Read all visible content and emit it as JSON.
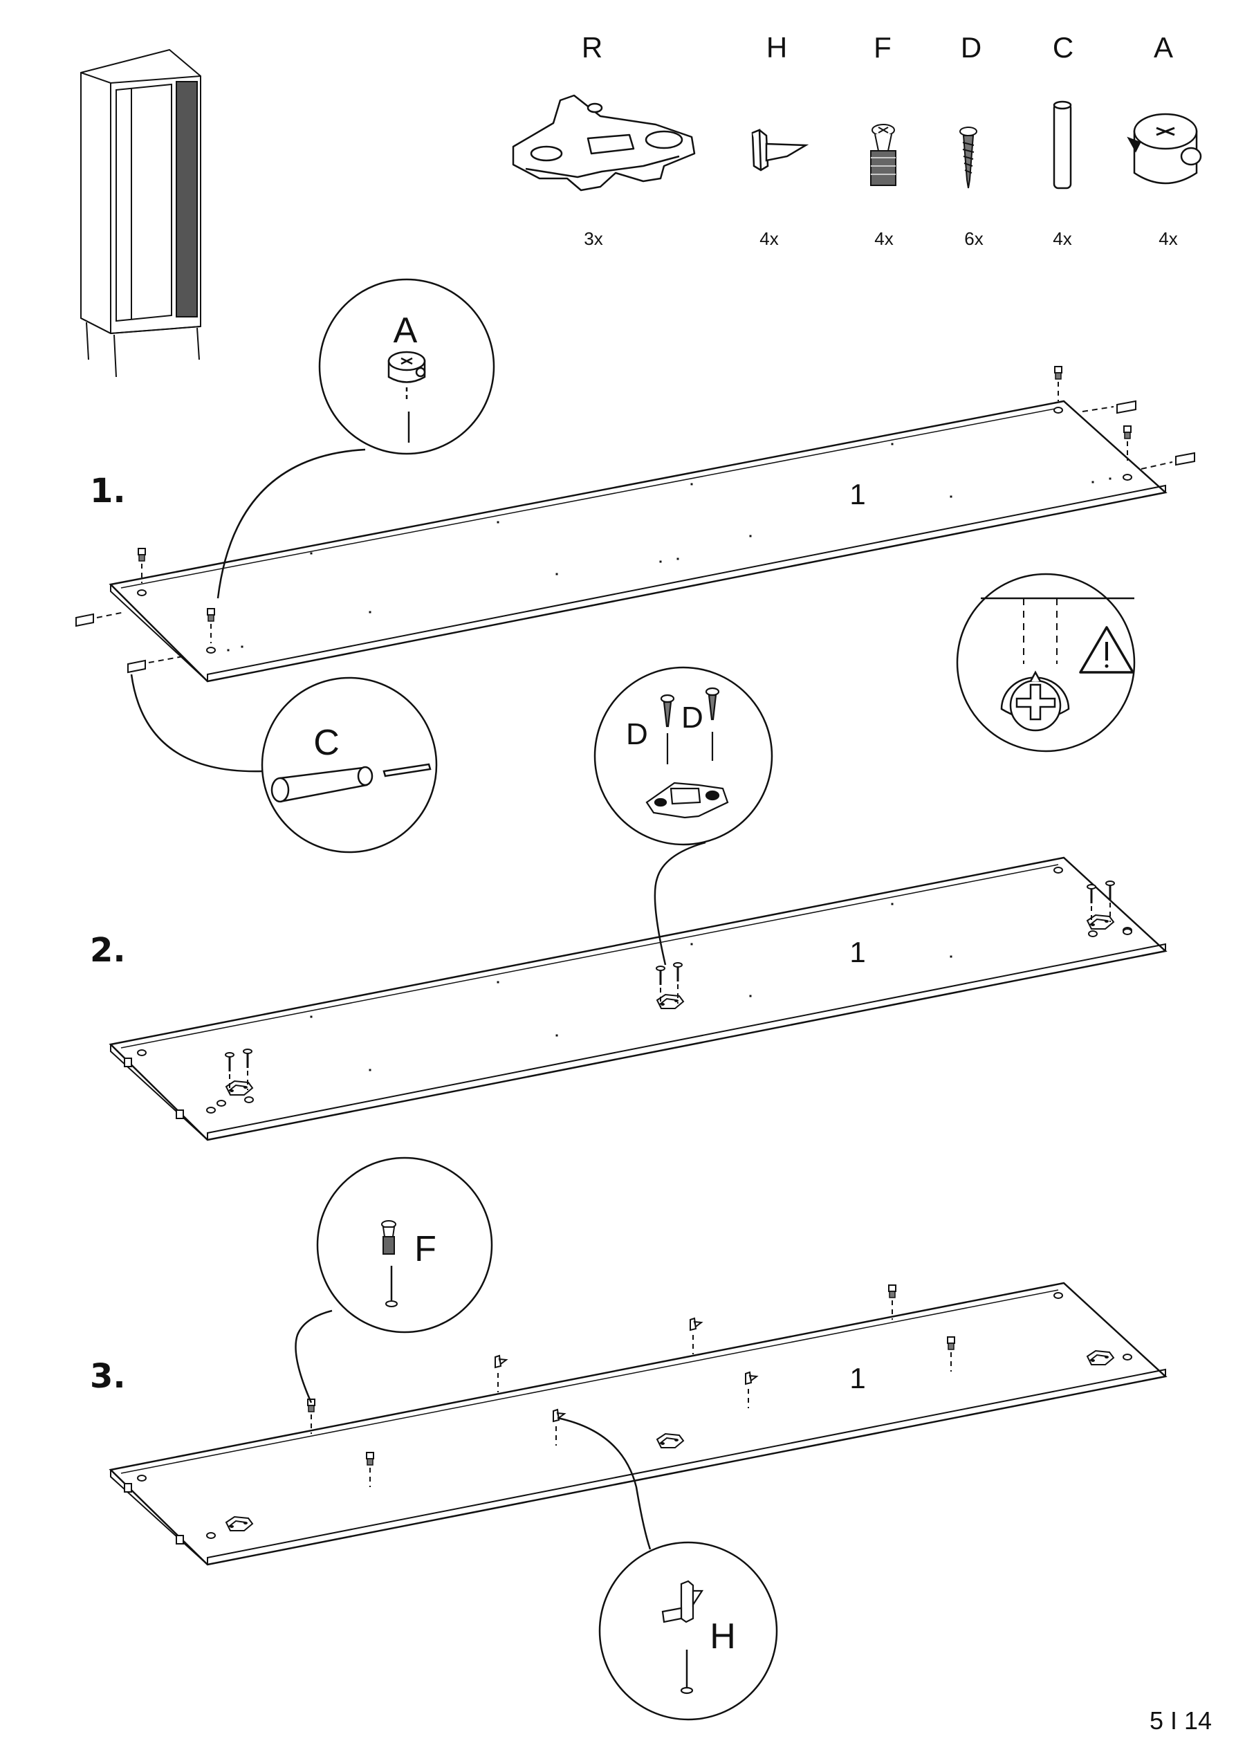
{
  "parts": [
    {
      "letter": "R",
      "qty": "3x"
    },
    {
      "letter": "H",
      "qty": "4x"
    },
    {
      "letter": "F",
      "qty": "4x"
    },
    {
      "letter": "D",
      "qty": "6x"
    },
    {
      "letter": "C",
      "qty": "4x"
    },
    {
      "letter": "A",
      "qty": "4x"
    }
  ],
  "steps": [
    {
      "number": "1.",
      "panel_label": "1"
    },
    {
      "number": "2.",
      "panel_label": "1"
    },
    {
      "number": "3.",
      "panel_label": "1"
    }
  ],
  "callouts": {
    "a": "A",
    "c": "C",
    "d_left": "D",
    "d_right": "D",
    "f": "F",
    "h": "H"
  },
  "warning_icon": "warning-triangle-icon",
  "page_number": "5 I 14"
}
